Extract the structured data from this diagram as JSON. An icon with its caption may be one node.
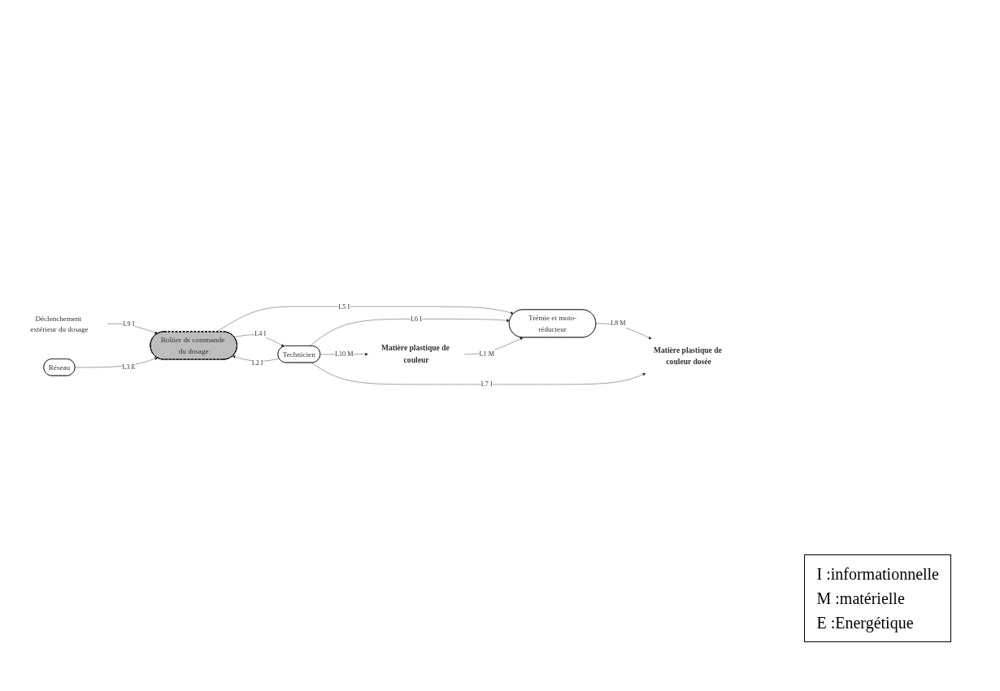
{
  "diagram": {
    "nodes": [
      {
        "text": [
          "Déclenchement extérieur du dosage"
        ]
      },
      {
        "text": [
          "Trémie et moto-réducteur"
        ]
      },
      {
        "text": [
          "Matière plastique de couleur"
        ]
      },
      {
        "text": [
          "Boîtier de commande du dosage"
        ]
      },
      {
        "text": [
          "Technicien"
        ]
      },
      {
        "text": [
          "Matière plastique de couleur dosée"
        ]
      },
      {
        "text": [
          "Réseau"
        ]
      }
    ],
    "edges": [
      {
        "from": 2,
        "to": 1,
        "arrow": "to",
        "label": "L1 M"
      },
      {
        "from": 0,
        "to": 3,
        "arrow": "to",
        "label": "L9 I"
      },
      {
        "from": 3,
        "to": 1,
        "arrow": "to",
        "label": "L5 I"
      },
      {
        "from": 4,
        "to": 3,
        "arrow": "to",
        "label": "L2 I"
      },
      {
        "from": 4,
        "to": 1,
        "arrow": "to",
        "label": "L6 I"
      },
      {
        "from": 4,
        "to": 2,
        "arrow": "to",
        "label": "L10 M"
      },
      {
        "from": 1,
        "to": 5,
        "arrow": "to",
        "label": "L8 M"
      },
      {
        "from": 3,
        "to": 4,
        "arrow": "to",
        "label": "L4 I"
      },
      {
        "from": 4,
        "to": 5,
        "arrow": "to",
        "label": "L7 I"
      },
      {
        "from": 6,
        "to": 3,
        "arrow": "to",
        "label": "L3 E"
      }
    ],
    "labels": [
      "I :informationnelle",
      "M :matérielle",
      "E :Energétique"
    ]
  }
}
